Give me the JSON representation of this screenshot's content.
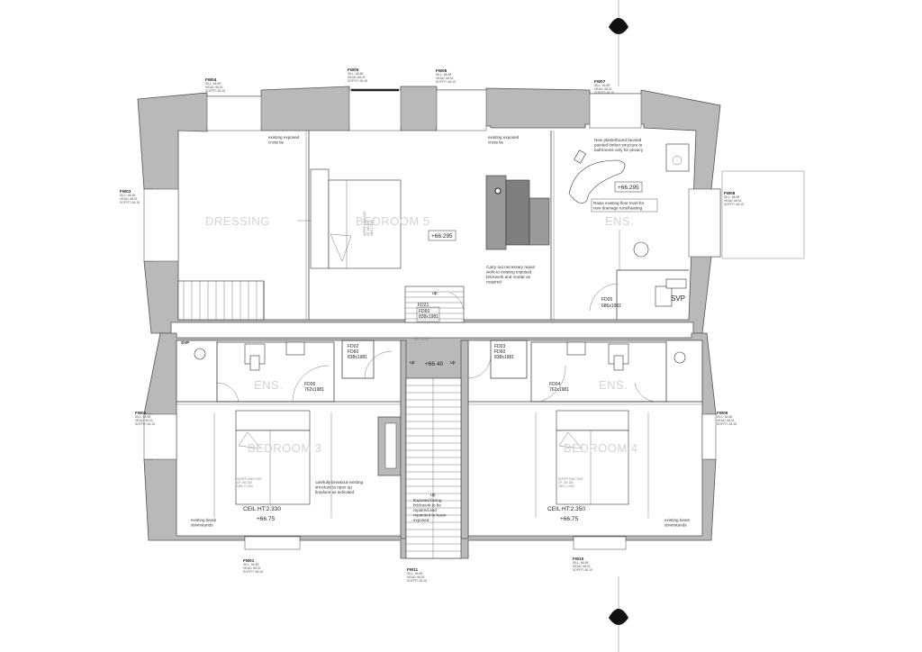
{
  "rooms": {
    "dressing": "DRESSING",
    "bedroom5": "BEDROOM 5",
    "ens_top": "ENS.",
    "ens_left": "ENS.",
    "ens_right": "ENS.",
    "bedroom3": "BEDROOM 3",
    "bedroom4": "BEDROOM 4"
  },
  "levels": {
    "bed5": "+66.295",
    "ens_top": "+66.295",
    "landing": "+66.40",
    "bed3": "+66.75",
    "bed4": "+66.75"
  },
  "ceilings": {
    "bed3": "CEIL HT:2.330",
    "bed4": "CEIL HT:2.350"
  },
  "labels": {
    "svp_top": "SVP",
    "svp_left": "SVP",
    "up_a": "up",
    "up_b": "up",
    "up_c": "up",
    "up_d": "up",
    "landing_small": "SSL: 66.91"
  },
  "doors": {
    "fd21": "FD21",
    "fd60": "FD60",
    "fd60_size": "838x1981",
    "fd02": "FD02",
    "fd02b": "FD60",
    "fd02_size": "838x1981",
    "fd03": "FD03",
    "fd03b": "FD60",
    "fd03_size": "838x1981",
    "fd05": "FD05",
    "fd05_size": "686x1981",
    "fd06": "FD06",
    "fd06_size": "762x1981",
    "fd04": "FD04",
    "fd04_size": "762x1981"
  },
  "notes": {
    "cross_tie_left": [
      "existing exposed",
      "cross tie"
    ],
    "cross_tie_right": [
      "existing exposed",
      "cross tie"
    ],
    "partition": [
      "New plasterboard faceted",
      "painted timber structure to",
      "bathrooms only for privacy"
    ],
    "floor": [
      "Raise existing floor level for",
      "new drainage runs/heating"
    ],
    "repair": [
      "Carry out necessary repair",
      "work to existing exposed",
      "brickwork and mortar as",
      "required"
    ],
    "fireplace": [
      "carefully breakout existing",
      "structure to open up",
      "fireplace as indicated"
    ],
    "beam_left": [
      "existing beam",
      "downstands"
    ],
    "beam_right": [
      "existing beam",
      "downstands"
    ],
    "brickwork": [
      "Exposed facing",
      "brickwork to be",
      "repaired and",
      "repointed to leave",
      "exposed"
    ],
    "bed5_bed": [
      "SUPER KING SIZE",
      "OF 180 180",
      "1800 X 2000"
    ],
    "bed3_bed": [
      "SUPER KING SIZE",
      "OF 180 180",
      "1800 X 2000"
    ],
    "bed4_bed": [
      "SUPER KING SIZE",
      "OF 180 180",
      "1800 X 2000"
    ]
  },
  "windows": {
    "fw04": "FW04",
    "fw05": "FW05",
    "fw06": "FW06",
    "fw07": "FW07",
    "fw03": "FW03",
    "fw08": "FW08",
    "fw02": "FW02",
    "fw09": "FW09",
    "fw01": "FW01",
    "fw11": "FW11",
    "fw10": "FW10"
  },
  "window_sub": [
    "SILL: 66.89",
    "HEAD: 68.01",
    "SOFFIT: 68.15"
  ],
  "colors": {
    "wall": "#b9b9b9",
    "line": "#333333",
    "room_label": "#d3d3d3"
  }
}
